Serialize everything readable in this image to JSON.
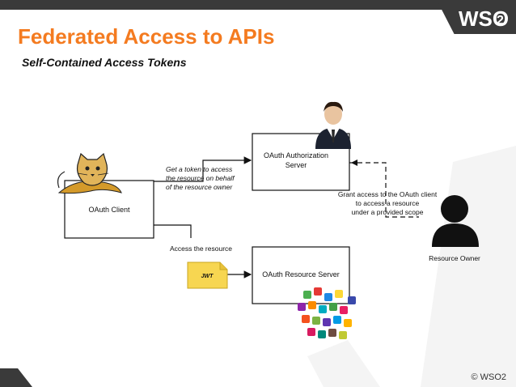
{
  "header": {
    "logo_text": "WSO",
    "logo_subscript": "2",
    "title": "Federated Access to APIs",
    "subtitle": "Self-Contained Access Tokens"
  },
  "diagram": {
    "client_label": "OAuth Client",
    "auth_server_label_1": "OAuth Authorization",
    "auth_server_label_2": "Server",
    "resource_server_label": "OAuth Resource Server",
    "resource_owner_label": "Resource Owner",
    "get_token_line1": "Get a token to access",
    "get_token_line2": "the resource on behalf",
    "get_token_line3": "of the resource owner",
    "grant_line1": "Grant access to the OAuth client",
    "grant_line2": "to access a resource",
    "grant_line3": "under a provided scope",
    "access_resource_label": "Access the resource",
    "jwt_label": "JWT"
  },
  "footer": {
    "copyright": "© WSO2"
  },
  "colors": {
    "brand_orange": "#f47b20",
    "dark_bar": "#3a3a3a",
    "jwt_fill": "#f7d651"
  },
  "icons": [
    "tomcat-cat-icon",
    "businessman-icon",
    "person-silhouette-icon",
    "app-icons-cluster"
  ]
}
